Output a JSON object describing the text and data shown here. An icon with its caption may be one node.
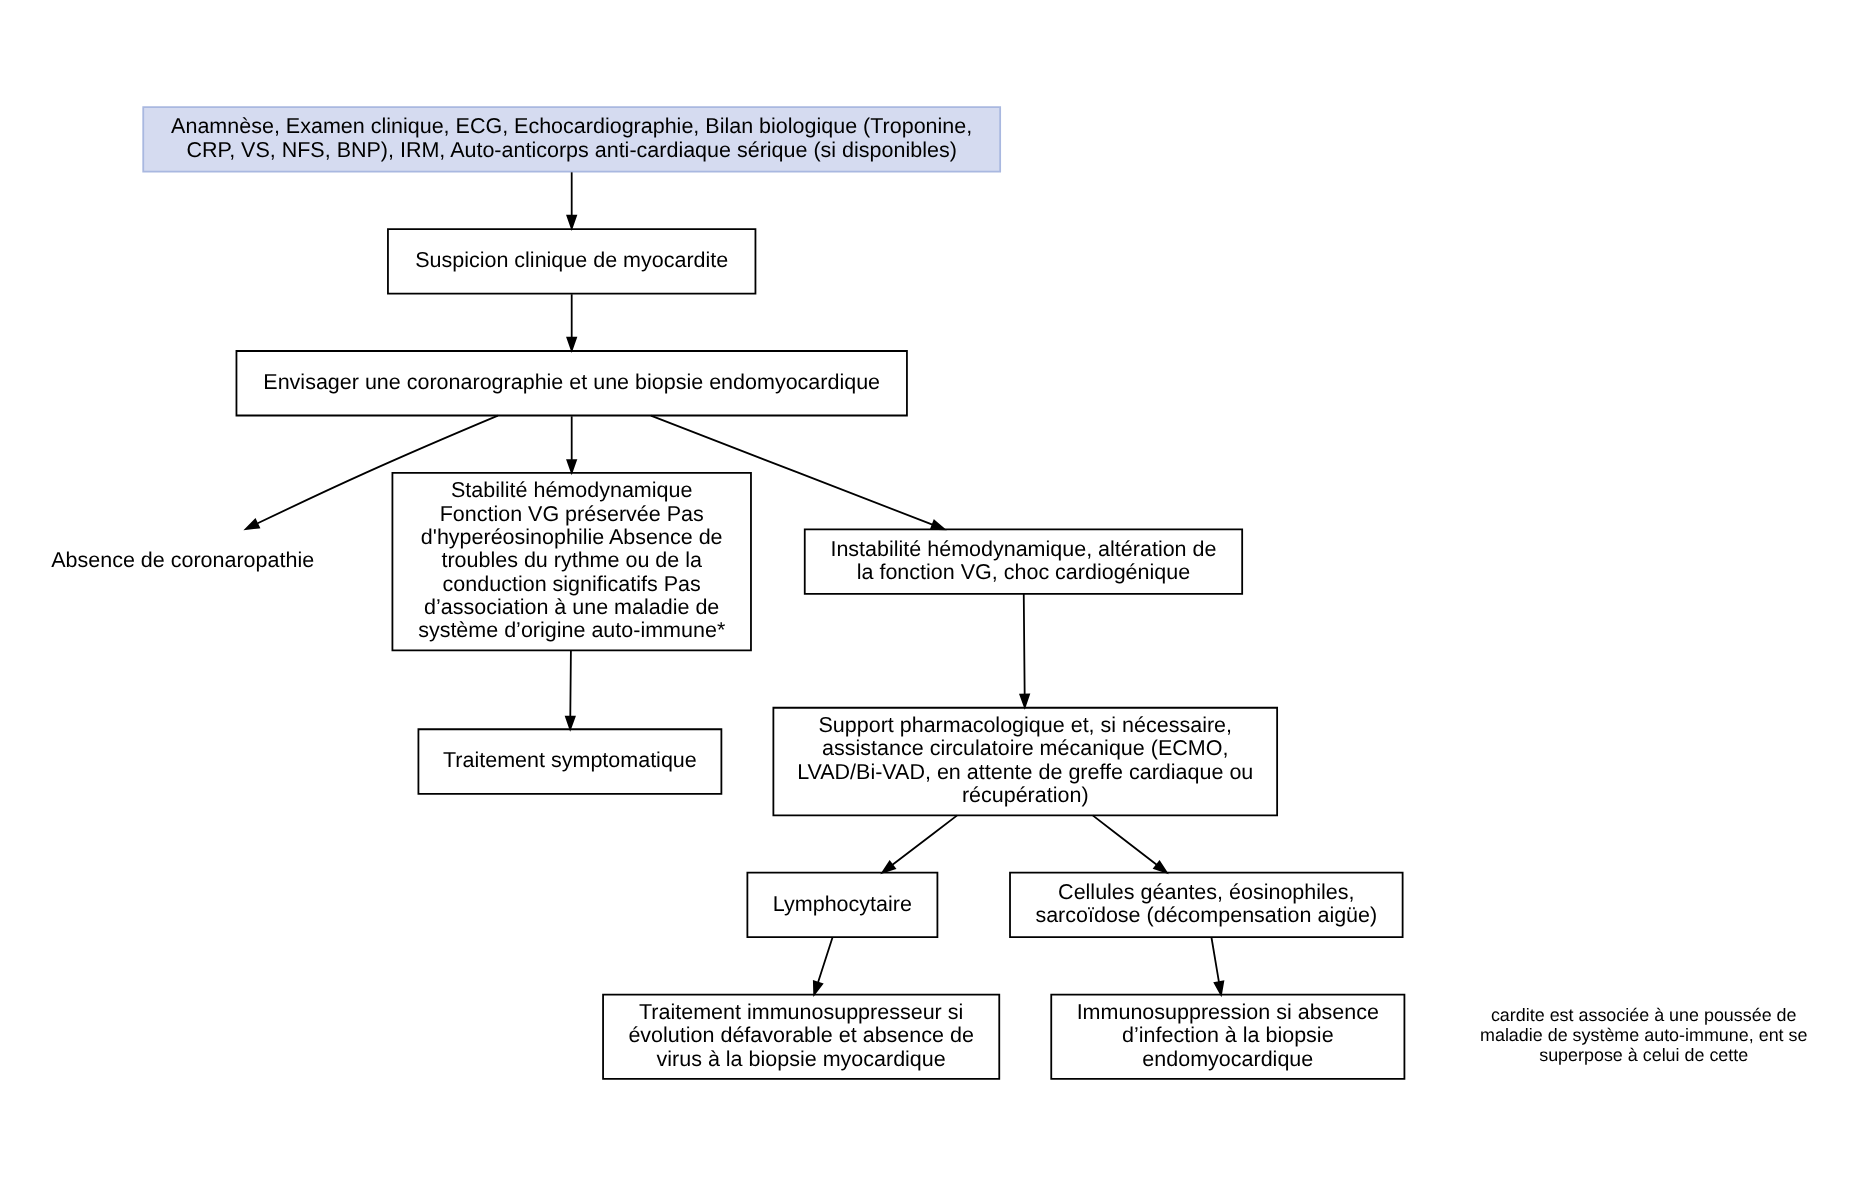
{
  "diagram": {
    "nodes": [
      {
        "text": [
          "Anamnèse, Examen clinique, ECG, Echocardiographie, Bilan biologique (Troponine, CRP, VS, NFS, BNP), IRM, Auto-anticorps anti-cardiaque sérique (si disponibles)"
        ]
      },
      {
        "text": [
          "Suspicion clinique de myocardite"
        ]
      },
      {
        "text": [
          "Envisager une coronarographie et une biopsie endomyocardique"
        ]
      },
      {
        "text": [
          "Absence de coronaropathie"
        ]
      },
      {
        "text": [
          "Stabilité hémodynamique Fonction VG préservée Pas d'hyperéosinophilie Absence de troubles du rythme ou de la conduction significatifs Pas d’association à une maladie de système d’origine auto-immune*"
        ]
      },
      {
        "text": [
          "Instabilité hémodynamique, altération de la fonction VG, choc cardiogénique"
        ]
      },
      {
        "text": [
          "Support pharmacologique et, si nécessaire, assistance circulatoire mécanique (ECMO, LVAD/Bi-VAD, en attente de greffe cardiaque ou récupération)"
        ]
      },
      {
        "text": [
          "Lymphocytaire"
        ]
      },
      {
        "text": [
          "Cellules géantes, éosinophiles, sarcoïdose (décompensation aigüe)"
        ]
      },
      {
        "text": [
          "Traitement symptomatique"
        ]
      },
      {
        "text": [
          "Traitement immunosuppresseur si évolution défavorable et absence de virus à la biopsie myocardique"
        ]
      },
      {
        "text": [
          "Immunosuppression si absence d’infection à la biopsie endomyocardique"
        ]
      }
    ],
    "edges": [
      {
        "from": 0,
        "to": 1,
        "arrow": "to"
      },
      {
        "from": 1,
        "to": 2,
        "arrow": "to"
      },
      {
        "from": 2,
        "to": 3,
        "arrow": "to"
      },
      {
        "from": 2,
        "to": 4,
        "arrow": "to"
      },
      {
        "from": 2,
        "to": 5,
        "arrow": "to"
      },
      {
        "from": 5,
        "to": 6,
        "arrow": "to"
      },
      {
        "from": 6,
        "to": 7,
        "arrow": "to"
      },
      {
        "from": 6,
        "to": 8,
        "arrow": "to"
      },
      {
        "from": 4,
        "to": 9,
        "arrow": "to"
      },
      {
        "from": 7,
        "to": 10,
        "arrow": "to"
      },
      {
        "from": 8,
        "to": 11,
        "arrow": "to"
      }
    ],
    "labels": [
      "cardite est associée à une poussée de maladie de système auto-immune, ent se superpose à celui de cette"
    ]
  }
}
